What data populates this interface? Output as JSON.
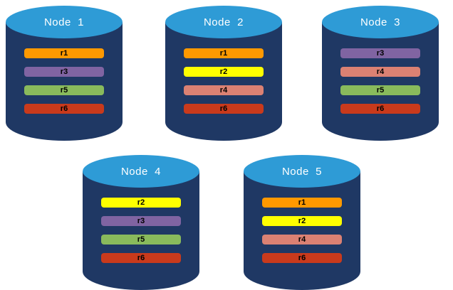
{
  "palette": {
    "background": "#FFFFFF",
    "cylinder_body": "#1F3864",
    "cylinder_top": "#2E9BD6",
    "label_text": "#FFFFFF",
    "bar_text": "#000000"
  },
  "replica_colors": {
    "r1": "#FF9900",
    "r2": "#FFFF00",
    "r3": "#8064A2",
    "r4": "#DB8173",
    "r5": "#89BA5C",
    "r6": "#C93A1C"
  },
  "nodes": [
    {
      "label": "Node  1",
      "replicas": [
        {
          "id": "r1",
          "color": "#FF9900"
        },
        {
          "id": "r3",
          "color": "#8064A2"
        },
        {
          "id": "r5",
          "color": "#89BA5C"
        },
        {
          "id": "r6",
          "color": "#C93A1C"
        }
      ]
    },
    {
      "label": "Node  2",
      "replicas": [
        {
          "id": "r1",
          "color": "#FF9900"
        },
        {
          "id": "r2",
          "color": "#FFFF00"
        },
        {
          "id": "r4",
          "color": "#DB8173"
        },
        {
          "id": "r6",
          "color": "#C93A1C"
        }
      ]
    },
    {
      "label": "Node  3",
      "replicas": [
        {
          "id": "r3",
          "color": "#8064A2"
        },
        {
          "id": "r4",
          "color": "#DB8173"
        },
        {
          "id": "r5",
          "color": "#89BA5C"
        },
        {
          "id": "r6",
          "color": "#C93A1C"
        }
      ]
    },
    {
      "label": "Node  4",
      "replicas": [
        {
          "id": "r2",
          "color": "#FFFF00"
        },
        {
          "id": "r3",
          "color": "#8064A2"
        },
        {
          "id": "r5",
          "color": "#89BA5C"
        },
        {
          "id": "r6",
          "color": "#C93A1C"
        }
      ]
    },
    {
      "label": "Node  5",
      "replicas": [
        {
          "id": "r1",
          "color": "#FF9900"
        },
        {
          "id": "r2",
          "color": "#FFFF00"
        },
        {
          "id": "r4",
          "color": "#DB8173"
        },
        {
          "id": "r6",
          "color": "#C93A1C"
        }
      ]
    }
  ]
}
